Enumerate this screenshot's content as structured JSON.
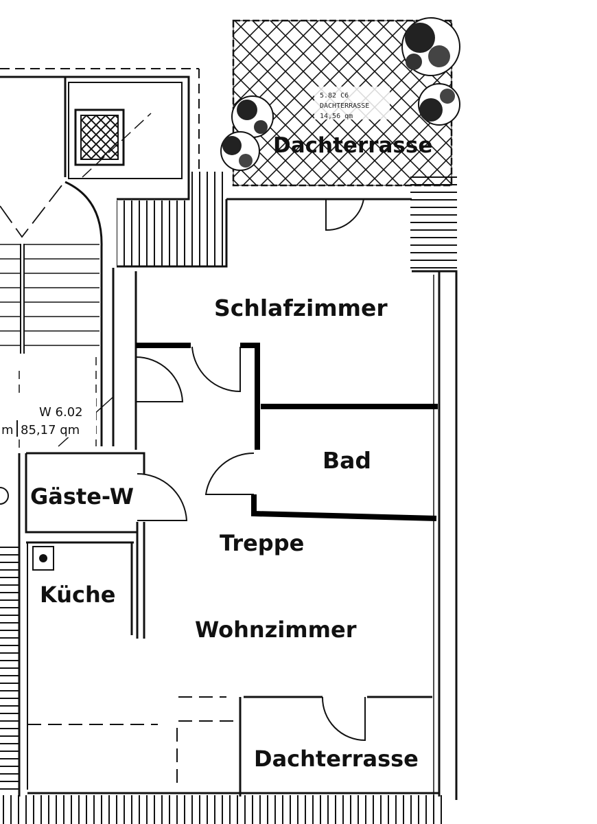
{
  "unit": {
    "code": "W 6.02",
    "area_partial": "m",
    "area": "85,17 qm"
  },
  "rooms": {
    "dachterrasse_top": "Dachterrasse",
    "schlafzimmer": "Schlafzimmer",
    "bad": "Bad",
    "gaeste_wc": "Gäste-W",
    "treppe": "Treppe",
    "kueche": "Küche",
    "wohnzimmer": "Wohnzimmer",
    "dachterrasse_bottom": "Dachterrasse"
  },
  "terrace_note": {
    "line1": "5.82 C6",
    "line2": "DACHTERRASSE",
    "line3": "14,56 qm"
  }
}
